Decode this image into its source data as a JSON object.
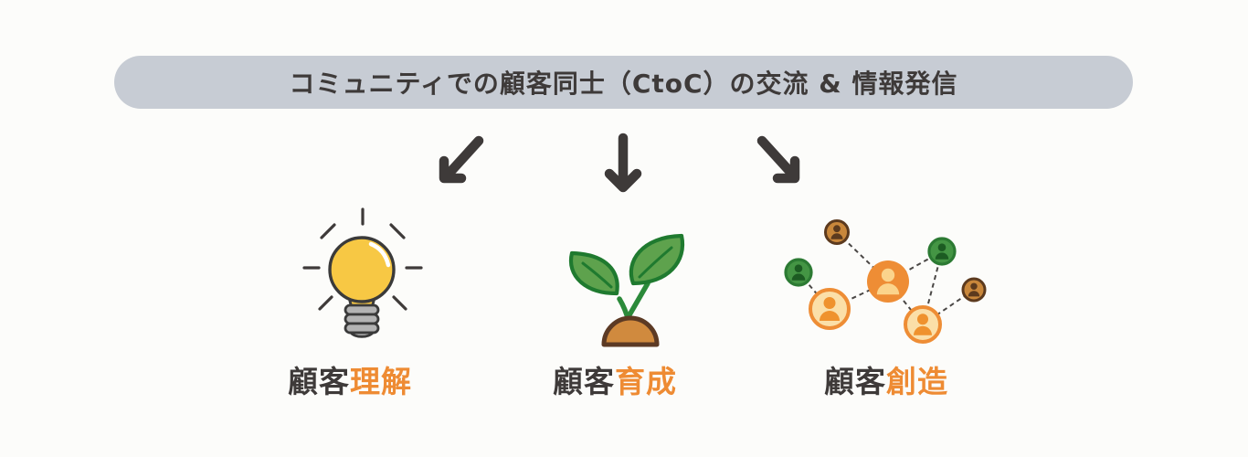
{
  "banner": {
    "text": "コミュニティでの顧客同士（CtoC）の交流 & 情報発信"
  },
  "flow": {
    "arrows": [
      {
        "direction": "down-left"
      },
      {
        "direction": "down"
      },
      {
        "direction": "down-right"
      }
    ]
  },
  "columns": [
    {
      "icon": "lightbulb-icon",
      "label": {
        "prefix": "顧客",
        "accent": "理解"
      }
    },
    {
      "icon": "sprout-icon",
      "label": {
        "prefix": "顧客",
        "accent": "育成"
      }
    },
    {
      "icon": "customer-network-icon",
      "label": {
        "prefix": "顧客",
        "accent": "創造"
      }
    }
  ],
  "colors": {
    "background": "#FCFCFA",
    "banner_bg": "#C7CCD4",
    "text_dark": "#3E3A39",
    "accent_orange": "#EE8B33",
    "bulb_yellow": "#F7C844",
    "bulb_base_gray": "#B3B3B3",
    "leaf_green": "#5EA24D",
    "leaf_outline_green": "#1F7A2F",
    "stem_green": "#2B8A3A",
    "soil_fill": "#D08A3E",
    "soil_outline": "#5C3A24",
    "node_orange": "#EE8D35",
    "node_light_orange_fill": "#FBDFA8",
    "node_person_orange": "#EF922E",
    "node_person_light": "#FBD48C",
    "node_green_fill": "#449544",
    "node_green_ring": "#2C7A33",
    "node_green_person": "#1C5B22",
    "node_brown_fill": "#C9873B",
    "node_brown_ring": "#5C3A1E",
    "connector_gray": "#4A4745"
  }
}
